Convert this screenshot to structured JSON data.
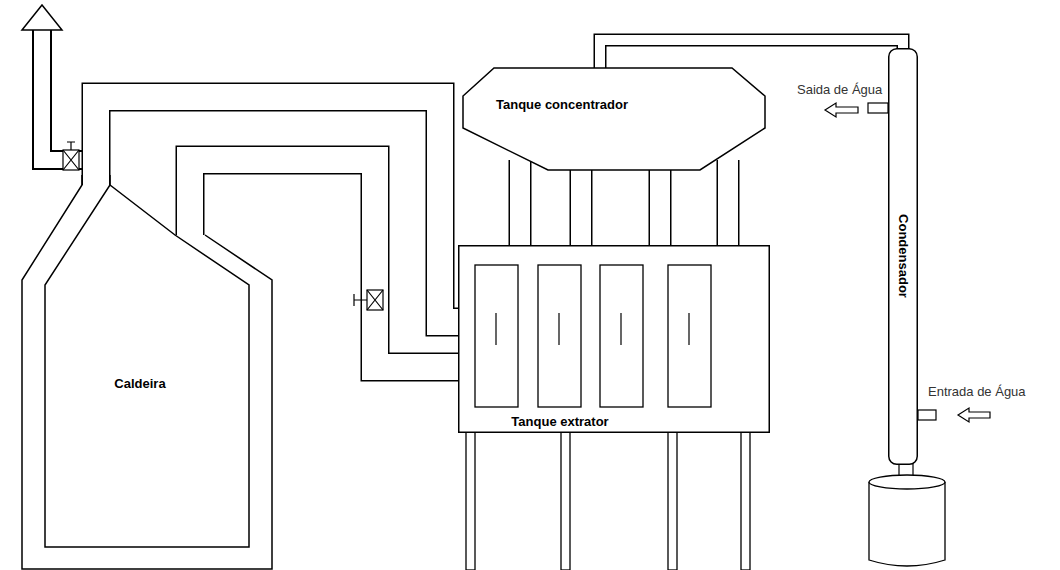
{
  "diagram": {
    "nodes": [
      {
        "text": [
          "Caldeira"
        ]
      },
      {
        "text": [
          "Tanque concentrador"
        ]
      },
      {
        "text": [
          "Tanque extrator"
        ]
      },
      {
        "text": [
          "Condensador"
        ]
      }
    ],
    "edges": [
      {
        "from": 0,
        "to": 2,
        "arrow": "none"
      },
      {
        "from": 0,
        "to": 2,
        "arrow": "none"
      },
      {
        "from": 1,
        "to": 2,
        "arrow": "none"
      },
      {
        "from": 1,
        "to": 2,
        "arrow": "none"
      },
      {
        "from": 1,
        "to": 2,
        "arrow": "none"
      },
      {
        "from": 1,
        "to": 2,
        "arrow": "none"
      },
      {
        "from": 1,
        "to": 3,
        "arrow": "none"
      }
    ],
    "labels": [
      "Saida de Água",
      "Entrada de Água"
    ]
  }
}
